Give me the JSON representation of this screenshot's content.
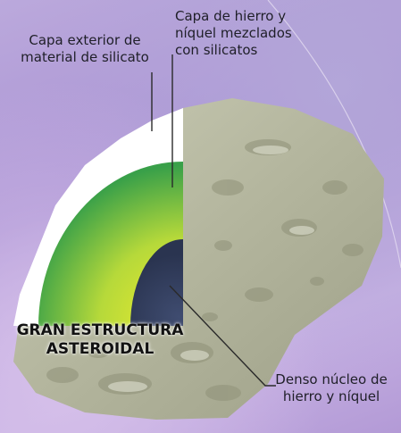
{
  "labels": {
    "outer_layer": "Capa exterior de\nmaterial de silicato",
    "mixed_layer": "Capa de hierro y\nníquel mezclados\ncon silicatos",
    "core": "Denso núcleo de\nhierro y níquel"
  },
  "title": "GRAN ESTRUCTURA\nASTEROIDAL",
  "colors": {
    "outer_layer": "#ffffff",
    "mixed_layer_outer": "#3fa54a",
    "mixed_layer_inner": "#f2ea2a",
    "core": "#2e3a5c",
    "rock_surface": "#b7b9a2"
  }
}
